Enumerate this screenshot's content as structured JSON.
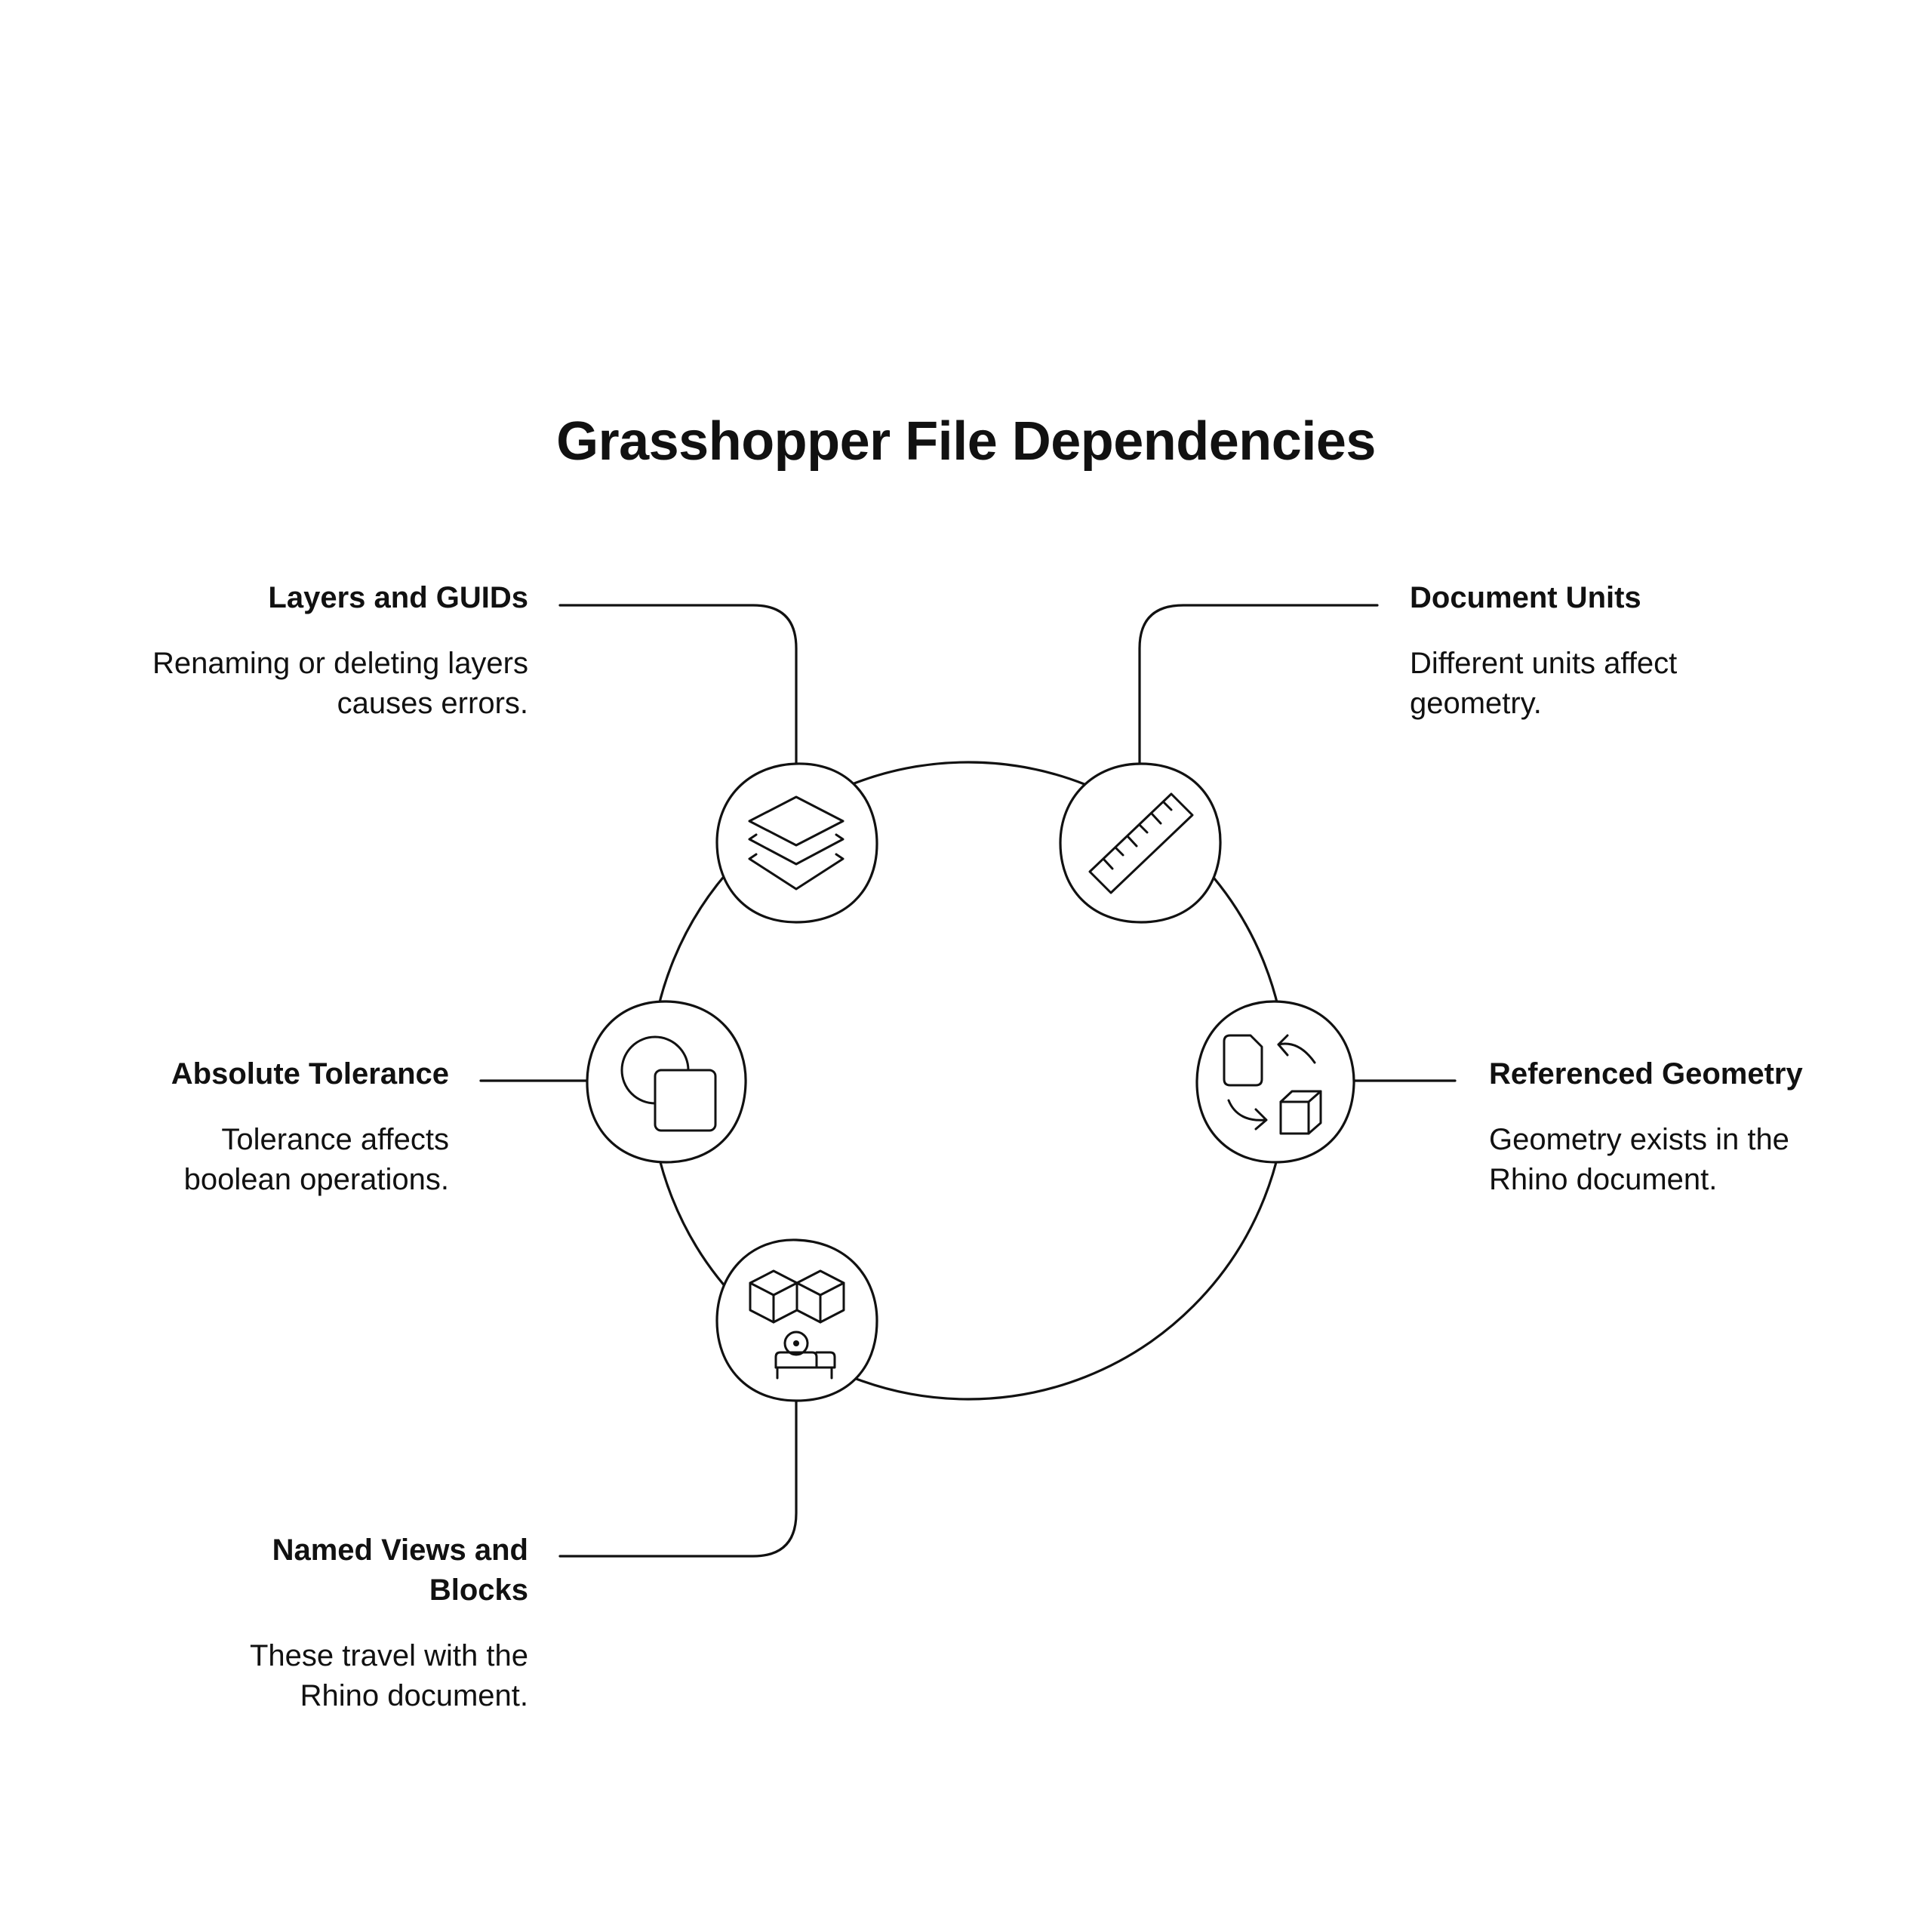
{
  "title": "Grasshopper File Dependencies",
  "items": [
    {
      "id": "layers",
      "title": "Layers and GUIDs",
      "description": "Renaming or deleting layers causes errors.",
      "icon": "layers-icon"
    },
    {
      "id": "units",
      "title": "Document Units",
      "description": "Different units affect geometry.",
      "icon": "ruler-icon"
    },
    {
      "id": "tolerance",
      "title": "Absolute Tolerance",
      "description": "Tolerance affects boolean operations.",
      "icon": "boolean-shapes-icon"
    },
    {
      "id": "geometry",
      "title": "Referenced Geometry",
      "description": "Geometry exists in the Rhino document.",
      "icon": "document-cube-exchange-icon"
    },
    {
      "id": "views",
      "title": "Named Views and Blocks",
      "description": "These travel with the Rhino document.",
      "icon": "blocks-camera-icon"
    }
  ],
  "colors": {
    "stroke": "#111111",
    "background": "#ffffff"
  }
}
